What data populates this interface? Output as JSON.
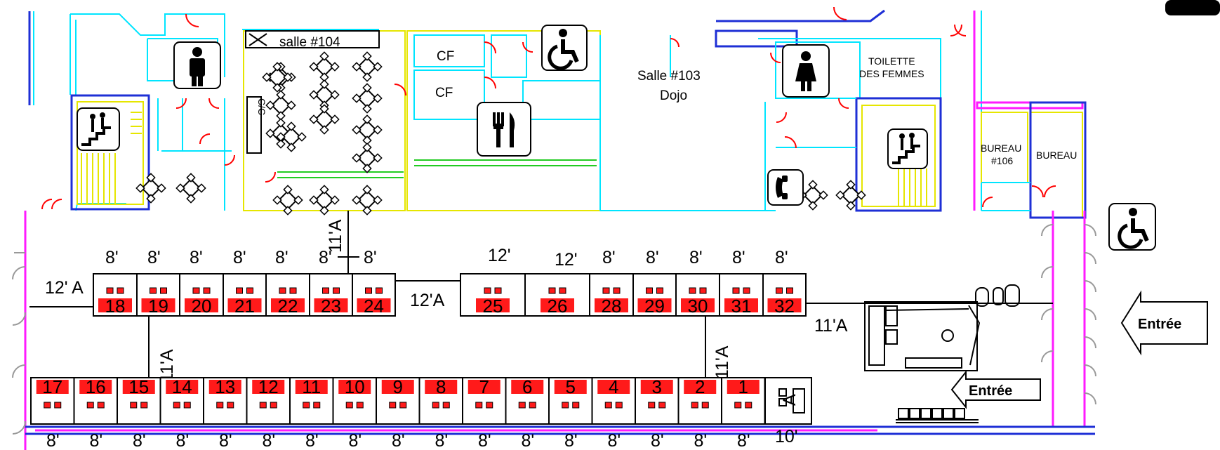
{
  "rooms": {
    "salle104": "salle #104",
    "salle103_line1": "Salle #103",
    "salle103_line2": "Dojo",
    "cf1": "CF",
    "cf2": "CF",
    "cic": "C/C",
    "toilette_femmes_line1": "TOILETTE",
    "toilette_femmes_line2": "DES FEMMES",
    "bureau106_line1": "BUREAU",
    "bureau106_line2": "#106",
    "bureau": "BUREAU"
  },
  "entrances": {
    "right": "Entrée",
    "bottom": "Entrée"
  },
  "aisle_labels": {
    "top_left": "12' A",
    "top_mid": "12'A",
    "right": "11'A",
    "vert_top": "11'A",
    "vert_left": "11'A",
    "vert_right": "11'A",
    "end_booth": "A"
  },
  "top_booths": [
    {
      "num": "18",
      "width": "8'"
    },
    {
      "num": "19",
      "width": "8'"
    },
    {
      "num": "20",
      "width": "8'"
    },
    {
      "num": "21",
      "width": "8'"
    },
    {
      "num": "22",
      "width": "8'"
    },
    {
      "num": "23",
      "width": "8'"
    },
    {
      "num": "24",
      "width": "8'"
    },
    {
      "num": "25",
      "width": "12'"
    },
    {
      "num": "26",
      "width": "12'"
    },
    {
      "num": "28",
      "width": "8'"
    },
    {
      "num": "29",
      "width": "8'"
    },
    {
      "num": "30",
      "width": "8'"
    },
    {
      "num": "31",
      "width": "8'"
    },
    {
      "num": "32",
      "width": "8'"
    }
  ],
  "bottom_booths": [
    {
      "num": "17",
      "width": "8'"
    },
    {
      "num": "16",
      "width": "8'"
    },
    {
      "num": "15",
      "width": "8'"
    },
    {
      "num": "14",
      "width": "8'"
    },
    {
      "num": "13",
      "width": "8'"
    },
    {
      "num": "12",
      "width": "8'"
    },
    {
      "num": "11",
      "width": "8'"
    },
    {
      "num": "10",
      "width": "8'"
    },
    {
      "num": "9",
      "width": "8'"
    },
    {
      "num": "8",
      "width": "8'"
    },
    {
      "num": "7",
      "width": "8'"
    },
    {
      "num": "6",
      "width": "8'"
    },
    {
      "num": "5",
      "width": "8'"
    },
    {
      "num": "4",
      "width": "8'"
    },
    {
      "num": "3",
      "width": "8'"
    },
    {
      "num": "2",
      "width": "8'"
    },
    {
      "num": "1",
      "width": "8'"
    }
  ],
  "end_dim": "10'",
  "colors": {
    "booth_fill": "#ff1a1a",
    "wall_cyan": "#00e5ff",
    "wall_blue": "#1e2fd6",
    "wall_yellow": "#e6e600",
    "door_red": "#ff0000",
    "magenta": "#ff1aff"
  },
  "icons": [
    "mens-restroom-icon",
    "womens-restroom-icon",
    "wheelchair-icon",
    "stairs-icon",
    "restaurant-icon",
    "telephone-icon",
    "table-icon"
  ]
}
